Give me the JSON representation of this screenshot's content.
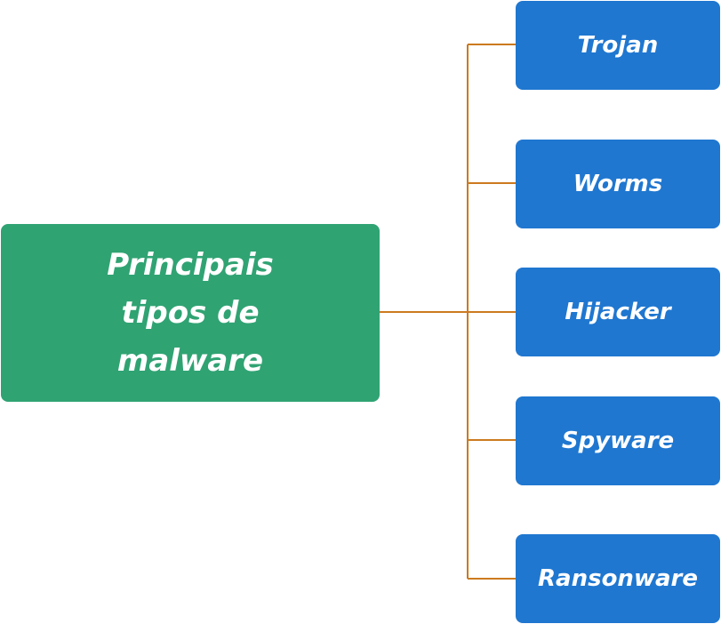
{
  "diagram": {
    "root": {
      "label": "Principais tipos de malware"
    },
    "children": [
      {
        "label": "Trojan"
      },
      {
        "label": "Worms"
      },
      {
        "label": "Hijacker"
      },
      {
        "label": "Spyware"
      },
      {
        "label": "Ransonware"
      }
    ]
  },
  "colors": {
    "root_fill": "#30a373",
    "child_fill": "#1f77d0",
    "connector": "#cc7a1f",
    "text": "#ffffff"
  }
}
